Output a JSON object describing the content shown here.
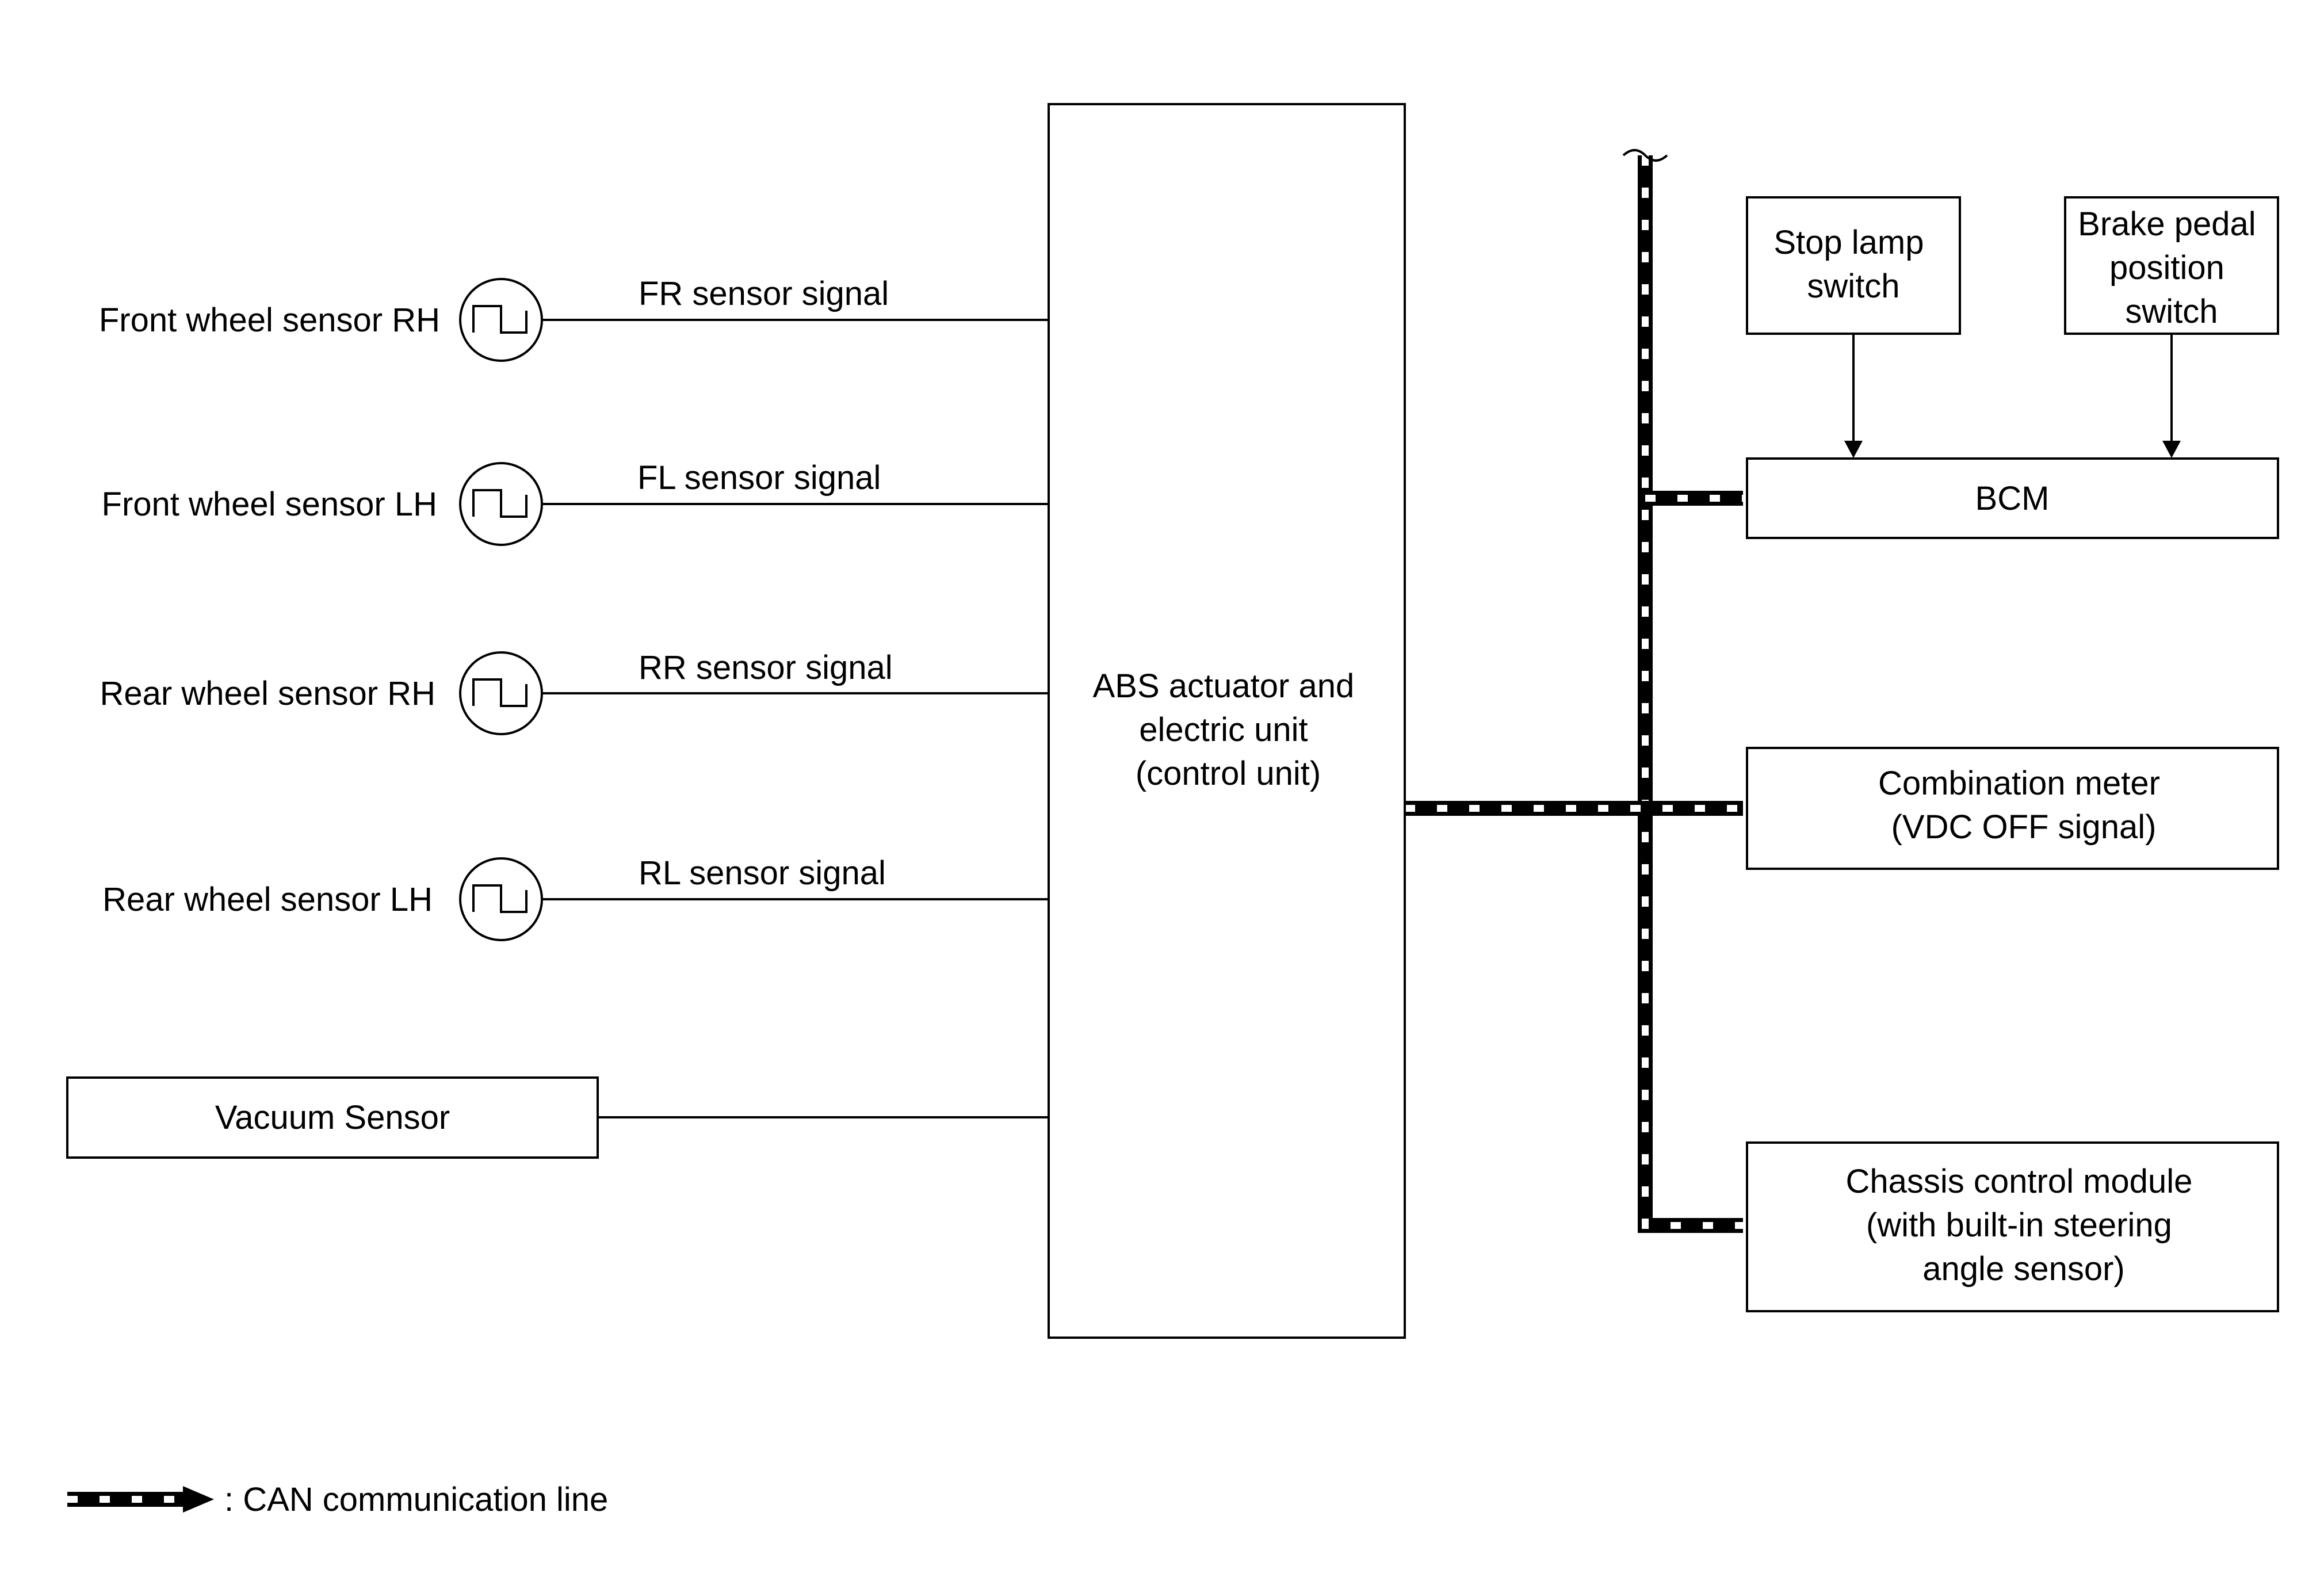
{
  "sensors": [
    {
      "name": "Front wheel sensor RH",
      "signal": "FR sensor signal"
    },
    {
      "name": "Front wheel sensor LH",
      "signal": "FL sensor signal"
    },
    {
      "name": "Rear wheel sensor RH",
      "signal": "RR sensor signal"
    },
    {
      "name": "Rear wheel sensor LH",
      "signal": "RL sensor signal"
    }
  ],
  "vacuum_sensor": "Vacuum Sensor",
  "abs_unit": [
    "ABS actuator and",
    "electric unit",
    "(control unit)"
  ],
  "stop_lamp_switch": [
    "Stop lamp",
    "switch"
  ],
  "brake_pedal_switch": [
    "Brake pedal",
    "position",
    "switch"
  ],
  "bcm": "BCM",
  "combination_meter": [
    "Combination meter",
    "(VDC OFF signal)"
  ],
  "chassis_module": [
    "Chassis control module",
    "(with built-in steering",
    "angle sensor)"
  ],
  "legend": {
    "text": ": CAN communication line"
  }
}
